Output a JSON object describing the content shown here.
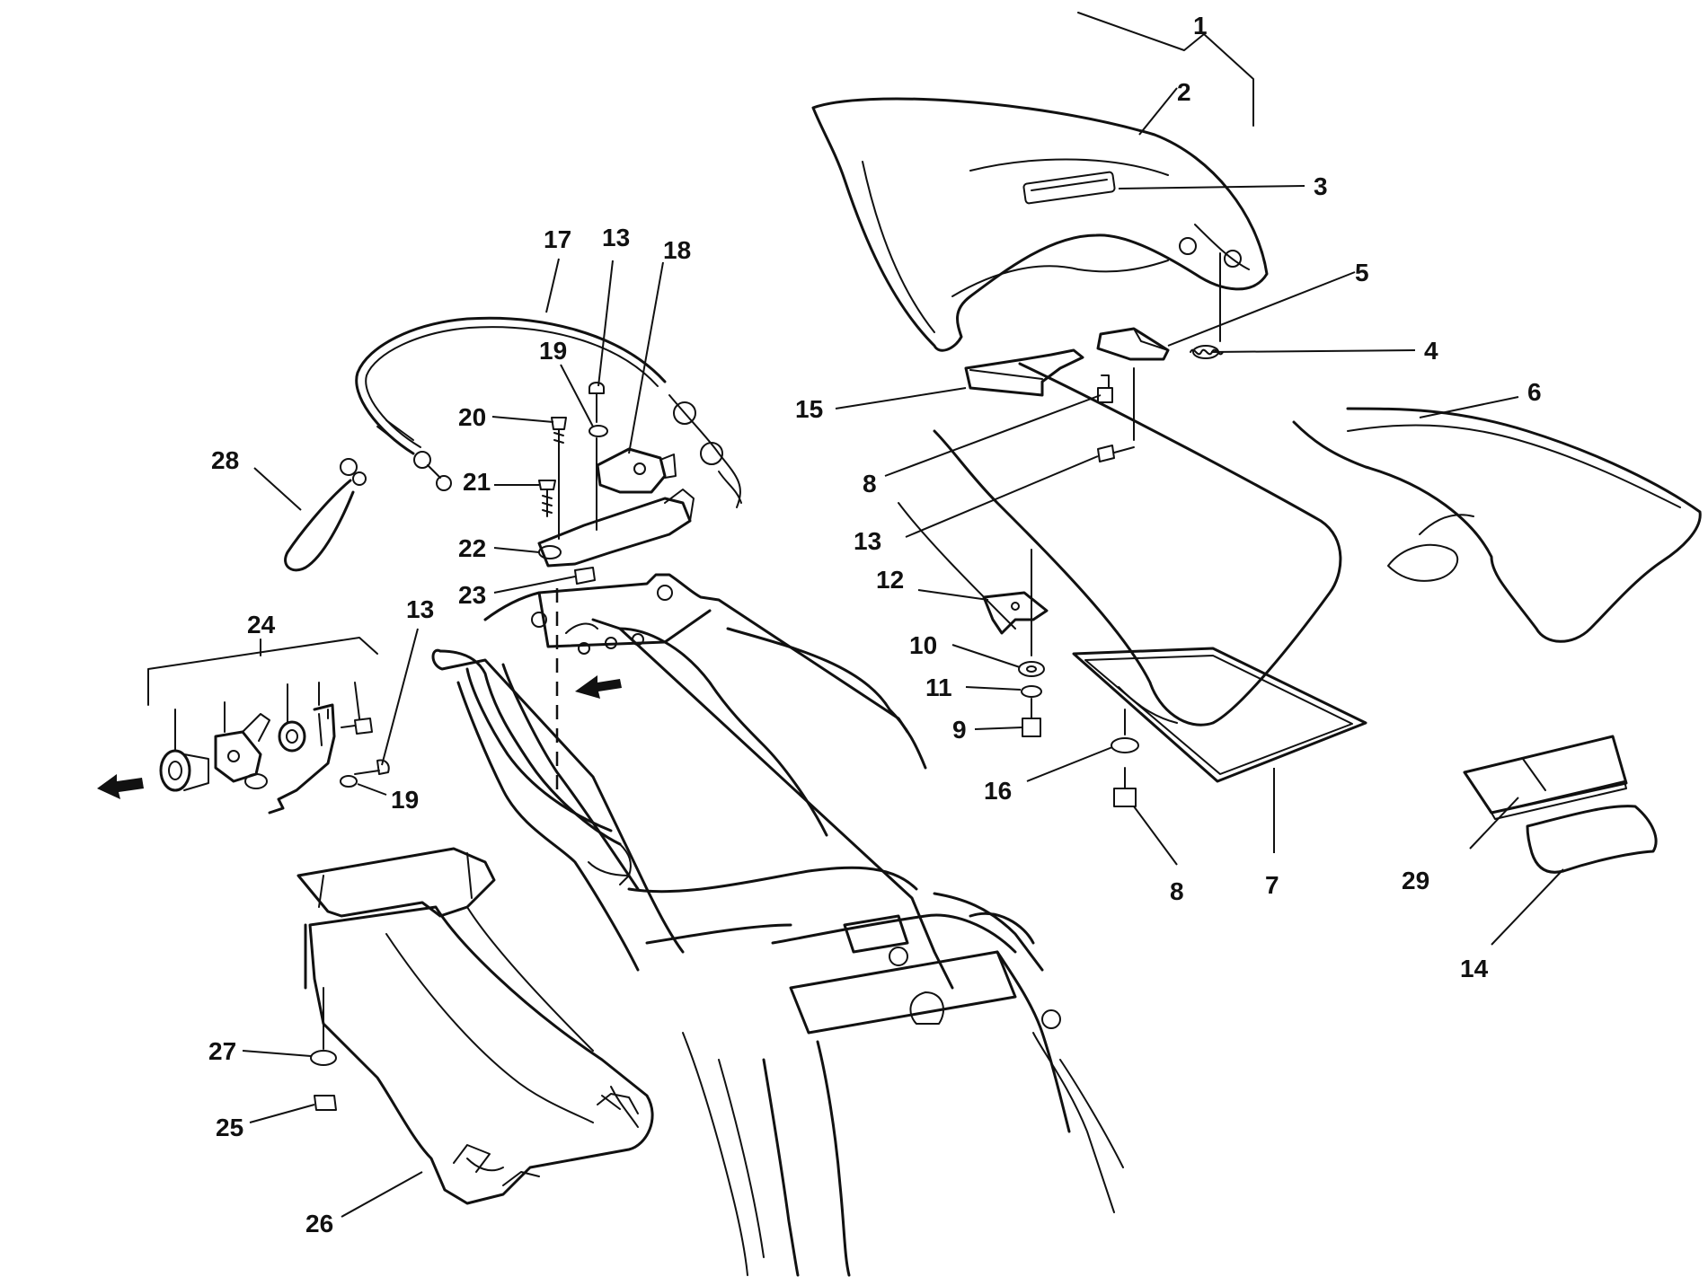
{
  "callouts": [
    {
      "id": "c1",
      "text": "1"
    },
    {
      "id": "c2",
      "text": "2"
    },
    {
      "id": "c3",
      "text": "3"
    },
    {
      "id": "c4",
      "text": "4"
    },
    {
      "id": "c5",
      "text": "5"
    },
    {
      "id": "c6",
      "text": "6"
    },
    {
      "id": "c7",
      "text": "7"
    },
    {
      "id": "c8a",
      "text": "8"
    },
    {
      "id": "c8b",
      "text": "8"
    },
    {
      "id": "c9",
      "text": "9"
    },
    {
      "id": "c10",
      "text": "10"
    },
    {
      "id": "c11",
      "text": "11"
    },
    {
      "id": "c12",
      "text": "12"
    },
    {
      "id": "c13a",
      "text": "13"
    },
    {
      "id": "c13b",
      "text": "13"
    },
    {
      "id": "c13c",
      "text": "13"
    },
    {
      "id": "c14",
      "text": "14"
    },
    {
      "id": "c15",
      "text": "15"
    },
    {
      "id": "c16",
      "text": "16"
    },
    {
      "id": "c17",
      "text": "17"
    },
    {
      "id": "c18",
      "text": "18"
    },
    {
      "id": "c19a",
      "text": "19"
    },
    {
      "id": "c19b",
      "text": "19"
    },
    {
      "id": "c20",
      "text": "20"
    },
    {
      "id": "c21",
      "text": "21"
    },
    {
      "id": "c22",
      "text": "22"
    },
    {
      "id": "c23",
      "text": "23"
    },
    {
      "id": "c24",
      "text": "24"
    },
    {
      "id": "c25",
      "text": "25"
    },
    {
      "id": "c26",
      "text": "26"
    },
    {
      "id": "c27",
      "text": "27"
    },
    {
      "id": "c28",
      "text": "28"
    },
    {
      "id": "c29",
      "text": "29"
    }
  ]
}
